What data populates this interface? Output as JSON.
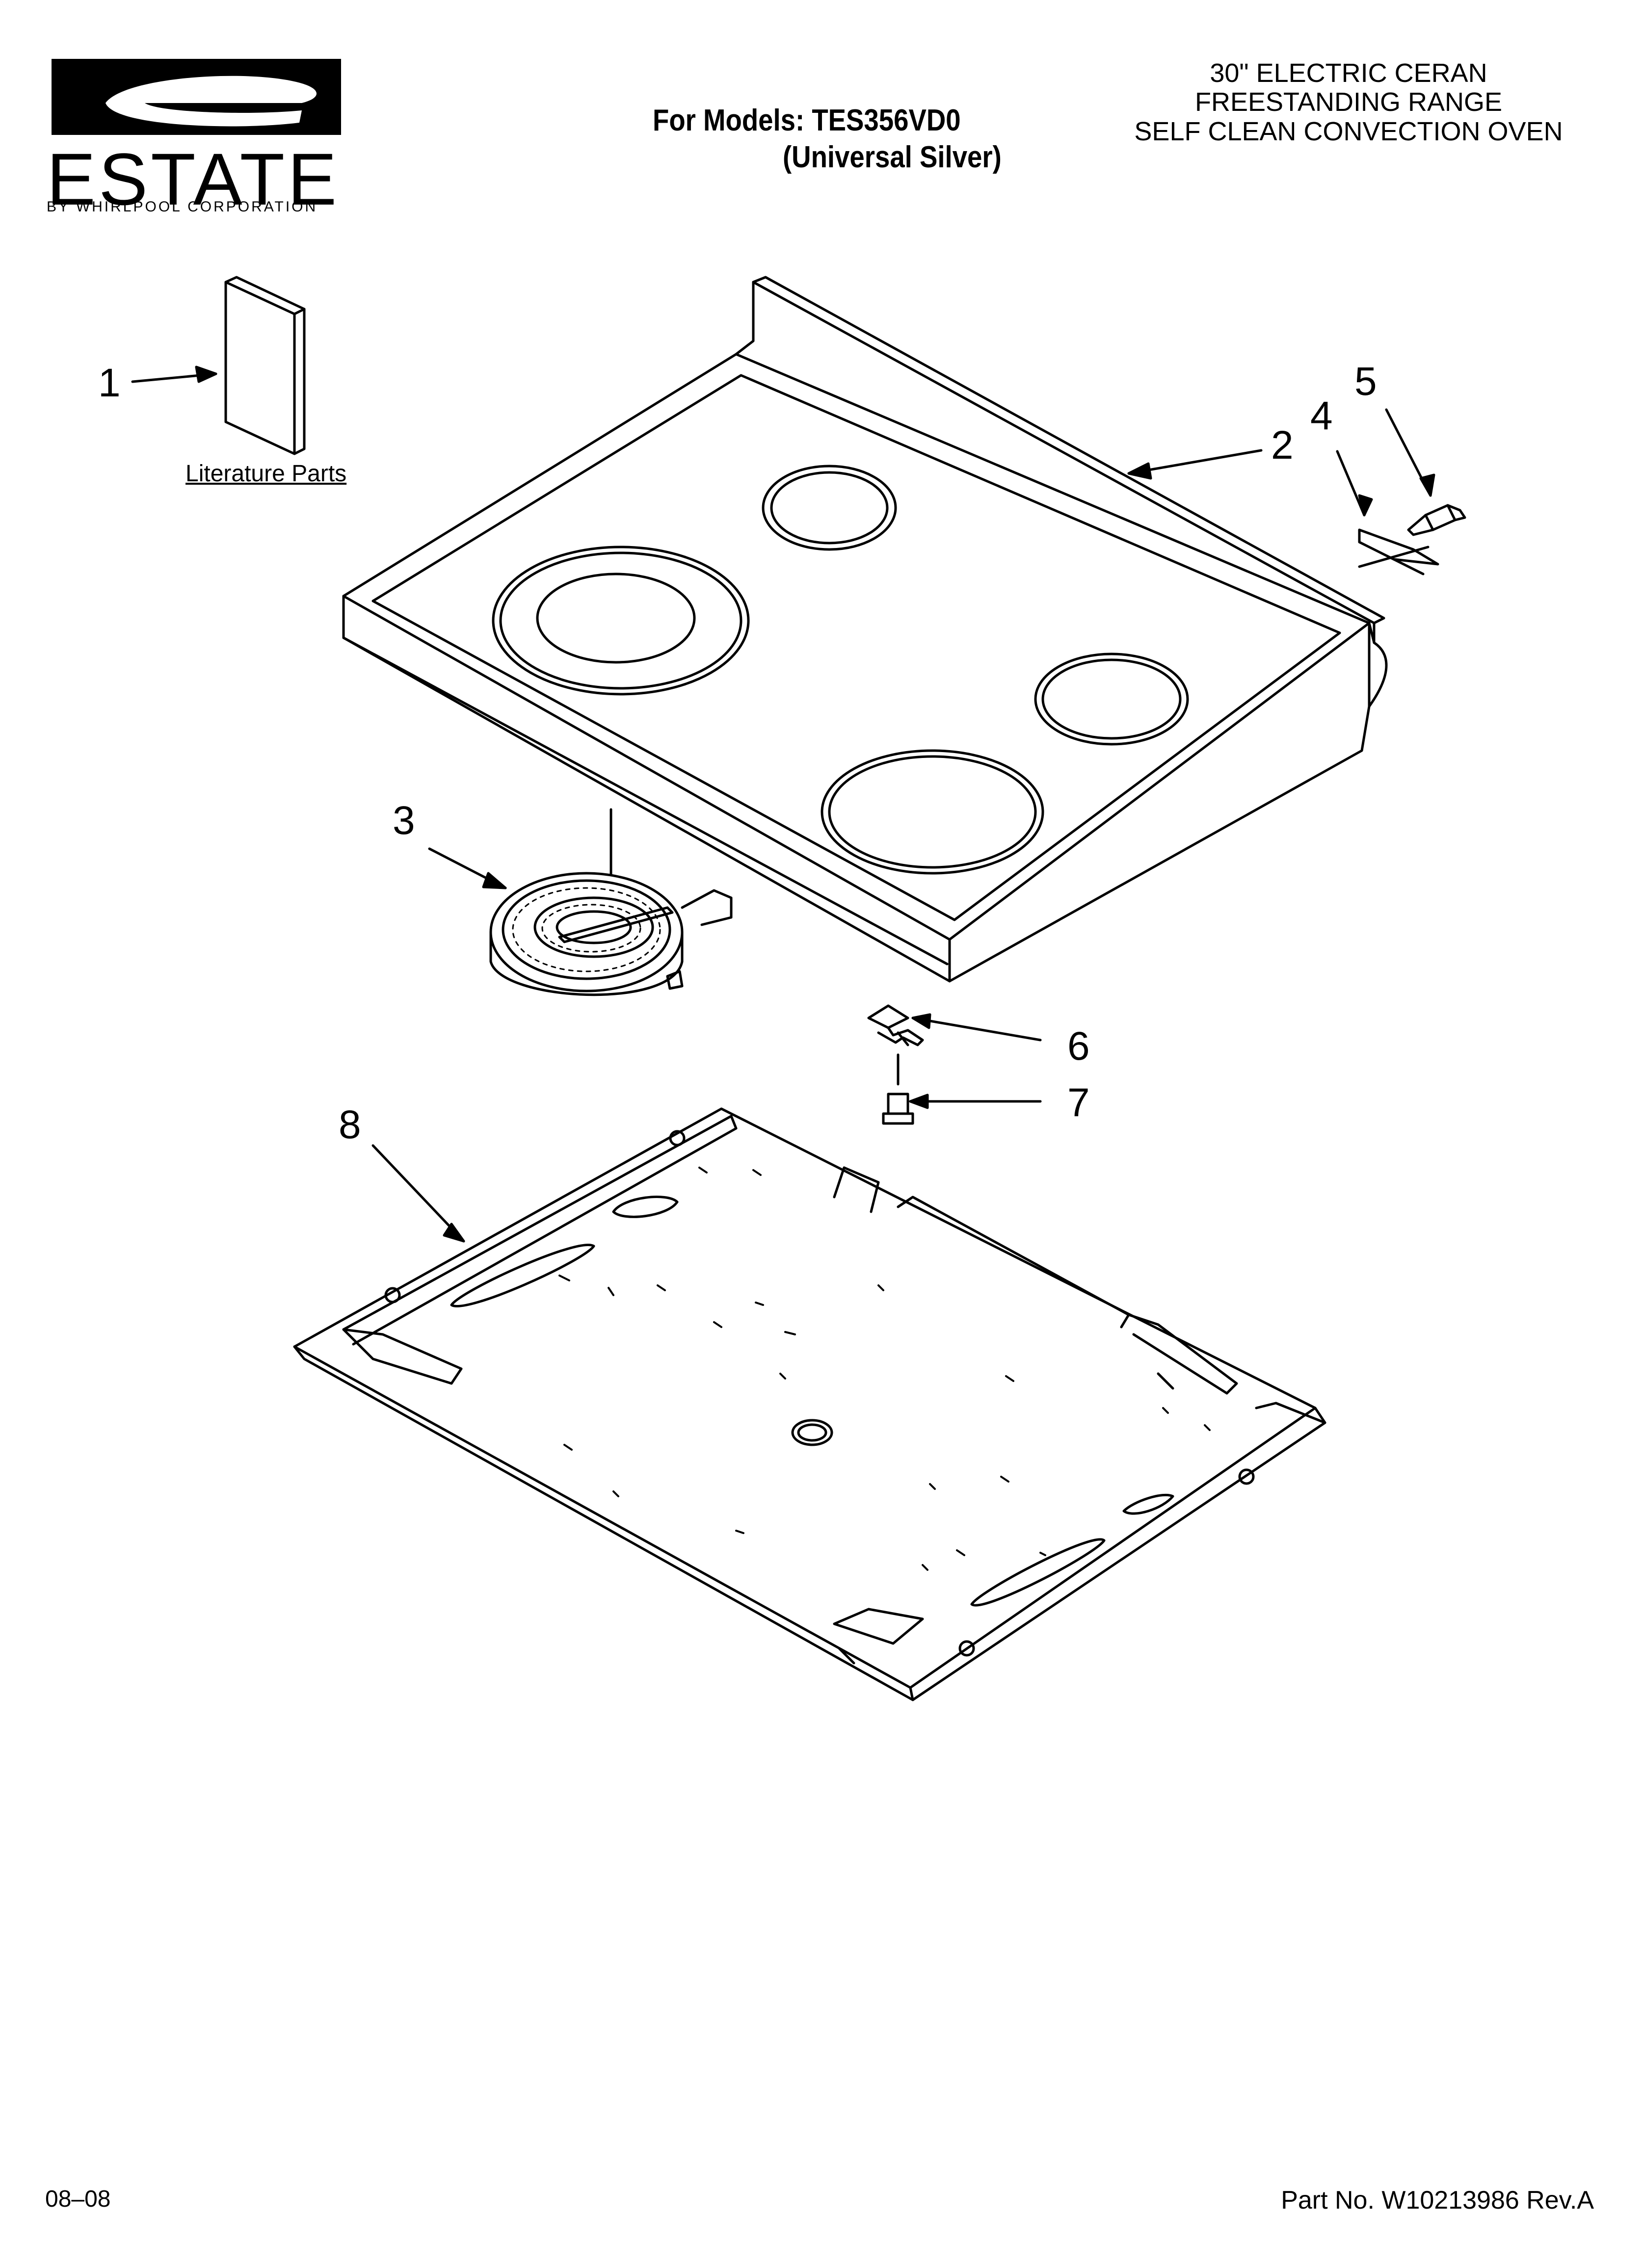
{
  "brand": {
    "name": "ESTATE",
    "tagline": "BY WHIRLPOOL CORPORATION"
  },
  "header": {
    "models_line": "For Models: TES356VD0",
    "color_line": "(Universal Silver)",
    "description": [
      "30\" ELECTRIC CERAN",
      "FREESTANDING RANGE",
      "SELF CLEAN CONVECTION OVEN"
    ]
  },
  "callouts": {
    "c1": "1",
    "c2": "2",
    "c3": "3",
    "c4": "4",
    "c5": "5",
    "c6": "6",
    "c7": "7",
    "c8": "8"
  },
  "literature_label": "Literature Parts",
  "footer": {
    "date_code": "08–08",
    "part_number": "Part No. W10213986 Rev.A"
  }
}
